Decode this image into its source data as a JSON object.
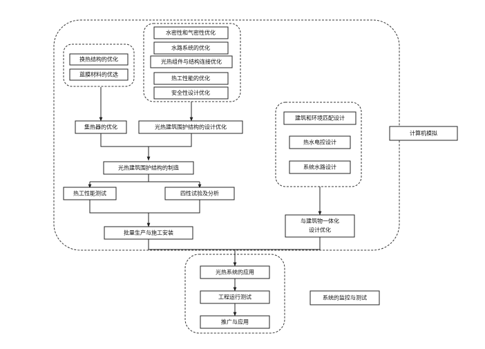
{
  "nodes": {
    "water_tightness": "水密性和气密性优化",
    "water_system": "水路系统的优化",
    "pv_connection": "光热组件与结构连接优化",
    "thermal_performance": "热工性能的优化",
    "safety_design": "安全性设计优化",
    "heat_exchange": "换热结构的优化",
    "film_material": "蓝膜材料的优选",
    "collector_opt": "集热器的优化",
    "envelope_design": "光热建筑围护结构的设计优化",
    "envelope_manufacture": "光热建筑围护结构的制造",
    "thermal_test": "热工性能测试",
    "four_tests": "四性试验及分析",
    "mass_production": "批量生产与施工安装",
    "building_env_match": "建筑和环境匹配设计",
    "hot_water_control": "热水电控设计",
    "water_system_design": "系统水路设计",
    "integration_line1": "与建筑物一体化",
    "integration_line2": "设计优化",
    "pv_application": "光热系统的应用",
    "engineering_test": "工程运行测试",
    "promotion": "推广与应用"
  },
  "labels": {
    "computer_simulation": "计算机模拟",
    "monitoring_testing": "系统的监控与测试"
  }
}
